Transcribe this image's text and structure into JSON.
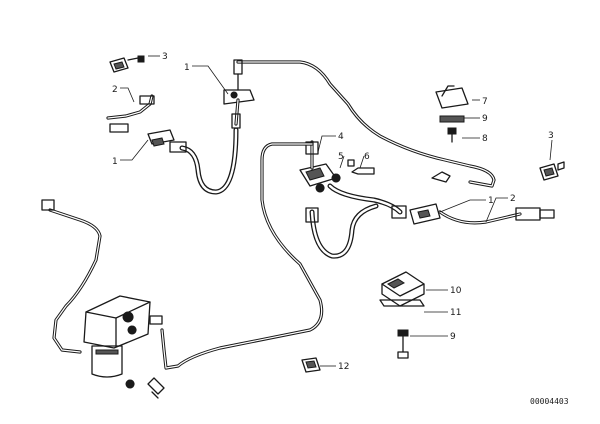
{
  "diagram": {
    "callouts": {
      "c1": "1",
      "c2": "2",
      "c3": "3",
      "c4": "4",
      "c5": "5",
      "c6": "6",
      "c7": "7",
      "c8": "8",
      "c9": "9",
      "c10": "10",
      "c11": "11",
      "c12": "12"
    },
    "document_number": "00004403"
  }
}
